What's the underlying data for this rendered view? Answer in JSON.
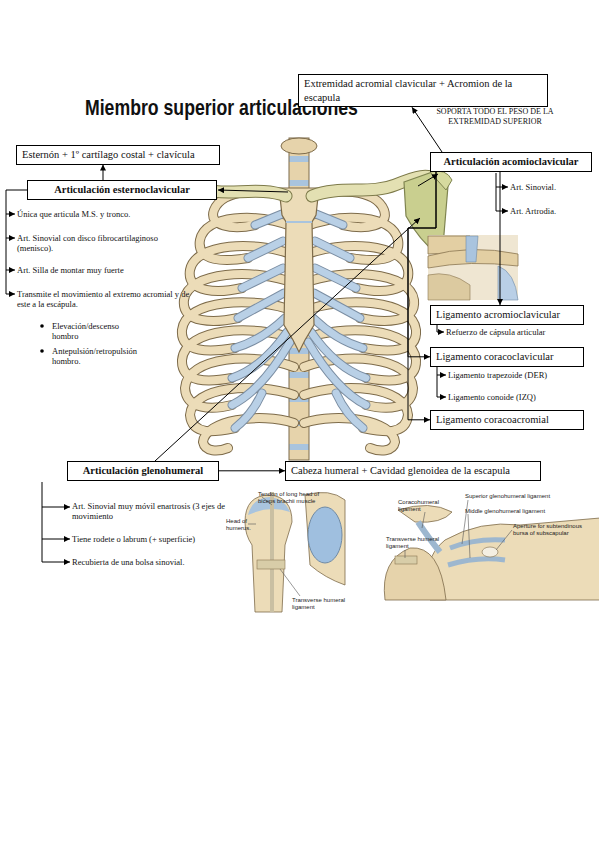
{
  "diagram": {
    "title": "Miembro superior articulaciones",
    "nodes": [
      {
        "text": [
          "Extremidad acromial clavicular + Acromion de la escapula"
        ]
      },
      {
        "text": [
          "Esternón + 1º cartílago costal + clavícula"
        ]
      },
      {
        "text": [
          "Articulación acomioclavicular"
        ]
      },
      {
        "text": [
          "Articulación esternoclavicular"
        ]
      },
      {
        "text": [
          "Ligamento acromioclavicular"
        ]
      },
      {
        "text": [
          "Ligamento coracoclavicular"
        ]
      },
      {
        "text": [
          "Ligamento coracoacromial"
        ]
      },
      {
        "text": [
          "Articulación glenohumeral"
        ]
      },
      {
        "text": [
          "Cabeza humeral + Cavidad glenoidea de la escapula"
        ]
      }
    ],
    "edges": [
      {
        "from": 3,
        "to": 1,
        "arrow": "to"
      },
      {
        "from": 2,
        "to": 0,
        "arrow": "to"
      },
      {
        "from": 2,
        "to": 4,
        "arrow": "to"
      },
      {
        "from": 2,
        "to": 5,
        "arrow": "to"
      },
      {
        "from": 2,
        "to": 6,
        "arrow": "to"
      },
      {
        "from": 7,
        "to": 8,
        "arrow": "to"
      }
    ],
    "labels": [
      "SOPORTA TODO EL PESO DE LA EXTREMIDAD SUPERIOR",
      "Art. Sinovial.",
      "Art. Artrodia.",
      "Única que articula M.S. y tronco.",
      "Art. Sinovial con disco fibrocartilaginoso (menisco).",
      "Art. Silla de montar muy fuerte",
      "Transmite el movimiento al extremo acromial y de este a la escápula.",
      "Elevación/descenso hombro",
      "Antepulsión/retropulsión hombro.",
      "Refuerzo de cápsula articular",
      "Ligamento trapezoide (DER)",
      "Ligamento conoide (IZQ)",
      "Art. Sinovial muy móvil enartrosis (3 ejes de movimiento",
      "Tiene rodete o labrum (+ superficie)",
      "Recubierta de una bolsa sinovial.",
      "Tendon of long head of biceps brachii muscle",
      "Head of humerus.",
      "Coracohumeral ligament",
      "Superior glenohumeral ligament",
      "Middle glenohumeral ligament",
      "Aperture for subtendinous bursa of subscapular",
      "Transverse humeral ligament",
      "Transverse humeral ligament"
    ]
  }
}
